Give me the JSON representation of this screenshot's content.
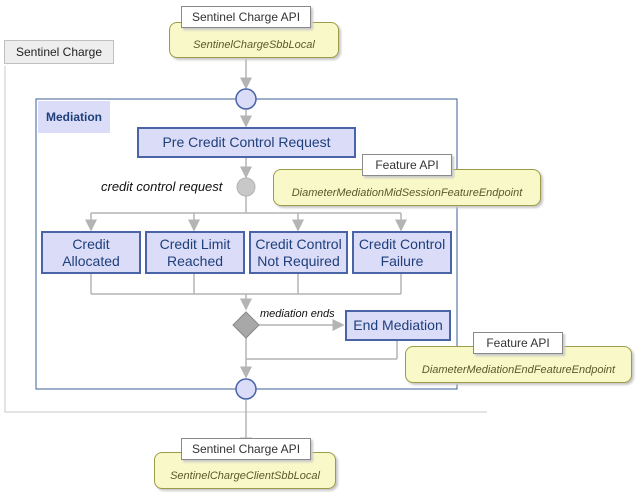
{
  "top_api": {
    "title": "Sentinel Charge API",
    "endpoint": "SentinelChargeSbbLocal"
  },
  "outer_container": {
    "label": "Sentinel Charge"
  },
  "mediation": {
    "label": "Mediation"
  },
  "pre_request": {
    "label": "Pre Credit Control Request"
  },
  "decision_label": "credit control request",
  "feature_api_mid": {
    "title": "Feature API",
    "endpoint": "DiameterMediationMidSessionFeatureEndpoint"
  },
  "outcomes": [
    {
      "line1": "Credit",
      "line2": "Allocated"
    },
    {
      "line1": "Credit Limit",
      "line2": "Reached"
    },
    {
      "line1": "Credit Control",
      "line2": "Not Required"
    },
    {
      "line1": "Credit Control",
      "line2": "Failure"
    }
  ],
  "merge_label": "mediation ends",
  "end_mediation": {
    "label": "End Mediation"
  },
  "feature_api_end": {
    "title": "Feature API",
    "endpoint": "DiameterMediationEndFeatureEndpoint"
  },
  "bottom_api": {
    "title": "Sentinel Charge API",
    "endpoint": "SentinelChargeClientSbbLocal"
  },
  "colors": {
    "action_fill": "#dadcf8",
    "action_border": "#4a64a8",
    "api_fill": "#f8f8c8",
    "connector": "#b4b4b4",
    "container_border": "#3c5f9a"
  }
}
